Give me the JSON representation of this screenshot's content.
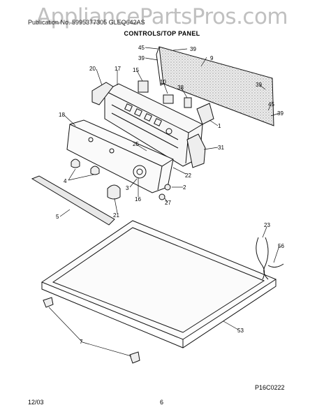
{
  "watermark": "AppliancePartsPros.com",
  "header_text": "Publication No. 5995377305 GLEQ642AS",
  "title": "CONTROLS/TOP PANEL",
  "diagram_code": "P16C0222",
  "footer": {
    "date": "12/03",
    "page": "6"
  },
  "callouts": [
    "45",
    "39",
    "39",
    "9",
    "20",
    "17",
    "15",
    "10",
    "38",
    "39",
    "45",
    "39",
    "18",
    "1",
    "31",
    "25",
    "22",
    "4",
    "3",
    "2",
    "16",
    "27",
    "5",
    "21",
    "23",
    "56",
    "53",
    "7"
  ],
  "colors": {
    "line": "#111111",
    "panel_fill": "#d9d9d9",
    "watermark": "#8c8c8c"
  }
}
